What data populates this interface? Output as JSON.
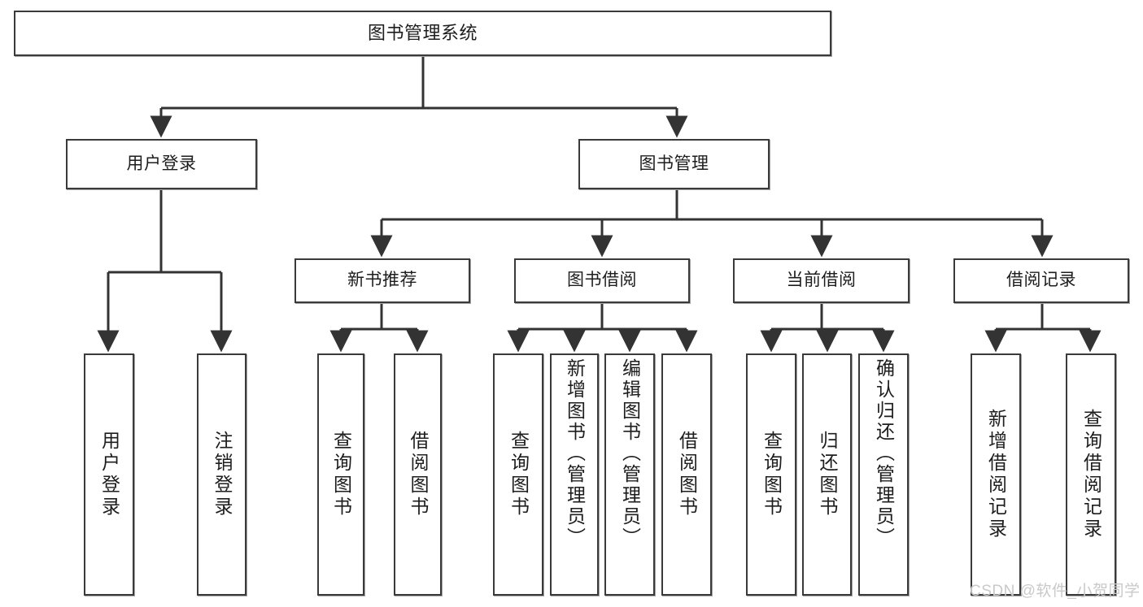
{
  "diagram": {
    "type": "tree-hierarchy",
    "title": "图书管理系统",
    "orientation": "top-down",
    "line_color": "#3a3a3a",
    "box_fill": "#ffffff",
    "text_color": "#1d1d1d",
    "background": "#ffffff"
  },
  "watermark": {
    "text": "CSDN @软件_小贺同学",
    "color": "#c9c9c9"
  },
  "nodes": {
    "root": {
      "label": "图书管理系统",
      "level": 1
    },
    "level2": [
      {
        "id": "user-login",
        "label": "用户登录"
      },
      {
        "id": "book-manage",
        "label": "图书管理"
      }
    ],
    "level3": [
      {
        "id": "new-book-rec",
        "label": "新书推荐",
        "parent": "book-manage"
      },
      {
        "id": "book-borrow",
        "label": "图书借阅",
        "parent": "book-manage"
      },
      {
        "id": "current-borrow",
        "label": "当前借阅",
        "parent": "book-manage"
      },
      {
        "id": "borrow-record",
        "label": "借阅记录",
        "parent": "book-manage"
      }
    ],
    "leaves": [
      {
        "id": "leaf-user-login",
        "label": "用户登录",
        "parent": "user-login"
      },
      {
        "id": "leaf-logout",
        "label": "注销登录",
        "parent": "user-login"
      },
      {
        "id": "leaf-query-book-1",
        "label": "查询图书",
        "parent": "new-book-rec"
      },
      {
        "id": "leaf-borrow-book-1",
        "label": "借阅图书",
        "parent": "new-book-rec"
      },
      {
        "id": "leaf-query-book-2",
        "label": "查询图书",
        "parent": "book-borrow"
      },
      {
        "id": "leaf-add-book",
        "label": "新增图书（管理员）",
        "parent": "book-borrow"
      },
      {
        "id": "leaf-edit-book",
        "label": "编辑图书（管理员）",
        "parent": "book-borrow"
      },
      {
        "id": "leaf-borrow-book-2",
        "label": "借阅图书",
        "parent": "book-borrow"
      },
      {
        "id": "leaf-query-book-3",
        "label": "查询图书",
        "parent": "current-borrow"
      },
      {
        "id": "leaf-return-book",
        "label": "归还图书",
        "parent": "current-borrow"
      },
      {
        "id": "leaf-confirm-return",
        "label": "确认归还（管理员）",
        "parent": "current-borrow"
      },
      {
        "id": "leaf-add-record",
        "label": "新增借阅记录",
        "parent": "borrow-record"
      },
      {
        "id": "leaf-query-record",
        "label": "查询借阅记录",
        "parent": "borrow-record"
      }
    ]
  }
}
